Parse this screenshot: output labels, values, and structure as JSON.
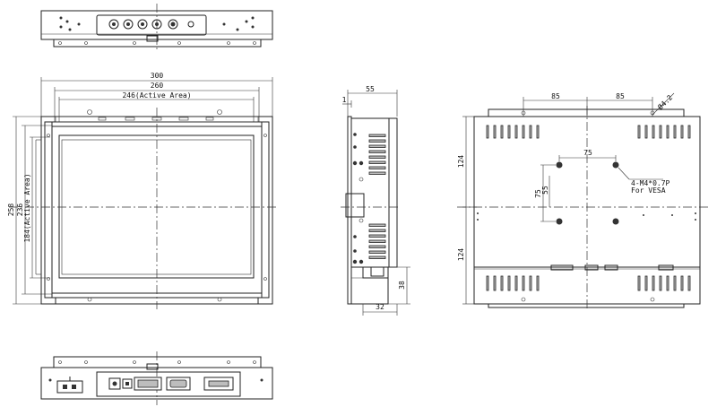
{
  "front": {
    "dim_300": "300",
    "dim_260": "260",
    "dim_246": "246(Active Area)",
    "dim_258": "258",
    "dim_236": "236",
    "dim_184": "184(Active Area)"
  },
  "side": {
    "dim_55": "55",
    "dim_1": "1",
    "dim_38": "38",
    "dim_32": "32"
  },
  "rear": {
    "dim_85_left": "85",
    "dim_85_right": "85",
    "hole": "Ø4.2",
    "dim_124_top": "124",
    "dim_124_bottom": "124",
    "vesa_75_h": "75",
    "vesa_75_v": "75",
    "vesa_55": "55",
    "vesa_note_1": "4-M4*0.7P",
    "vesa_note_2": "For VESA"
  }
}
